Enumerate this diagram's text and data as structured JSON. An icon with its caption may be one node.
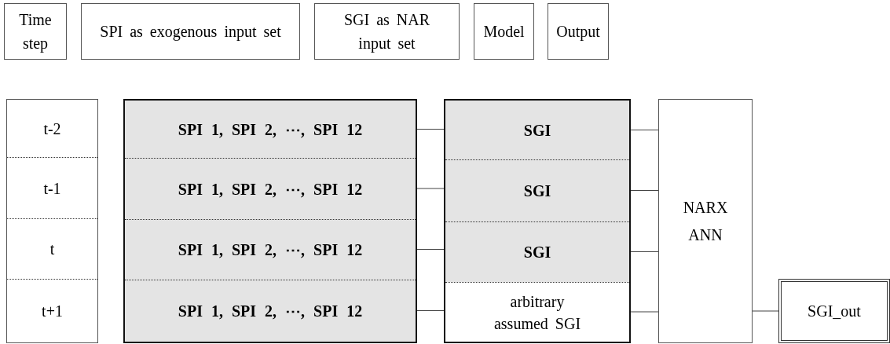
{
  "diagram": {
    "nodes": [
      {
        "text": [
          "Time step"
        ]
      },
      {
        "text": [
          "SPI as exogenous input set"
        ]
      },
      {
        "text": [
          "SGI as NAR input set"
        ]
      },
      {
        "text": [
          "Model"
        ]
      },
      {
        "text": [
          "Output"
        ]
      },
      {
        "text": [],
        "shape": "box"
      },
      {
        "text": [
          "t-2"
        ],
        "in": 5
      },
      {
        "text": [
          "t-1"
        ],
        "in": 5
      },
      {
        "text": [
          "t"
        ],
        "in": 5
      },
      {
        "text": [
          "t+1"
        ],
        "in": 5
      },
      {
        "text": [],
        "shape": "box"
      },
      {
        "text": [
          "SPI 1, SPI 2, ⋯, SPI 12"
        ],
        "in": 10
      },
      {
        "text": [
          "SPI 1, SPI 2, ⋯, SPI 12"
        ],
        "in": 10
      },
      {
        "text": [
          "SPI 1, SPI 2, ⋯, SPI 12"
        ],
        "in": 10
      },
      {
        "text": [
          "SPI 1, SPI 2, ⋯, SPI 12"
        ],
        "in": 10
      },
      {
        "text": [],
        "shape": "box"
      },
      {
        "text": [
          "SGI"
        ],
        "in": 15
      },
      {
        "text": [
          "SGI"
        ],
        "in": 15
      },
      {
        "text": [
          "SGI"
        ],
        "in": 15
      },
      {
        "text": [
          "arbitrary assumed SGI"
        ],
        "in": 15
      },
      {
        "text": [
          "NARX ANN"
        ]
      },
      {
        "text": [
          "SGI_out"
        ]
      }
    ],
    "edges": [
      {
        "from": 11,
        "to": 16,
        "arrow": "none"
      },
      {
        "from": 12,
        "to": 17,
        "arrow": "none"
      },
      {
        "from": 13,
        "to": 18,
        "arrow": "none"
      },
      {
        "from": 14,
        "to": 19,
        "arrow": "none"
      },
      {
        "from": 16,
        "to": 20,
        "arrow": "none"
      },
      {
        "from": 17,
        "to": 20,
        "arrow": "none"
      },
      {
        "from": 18,
        "to": 20,
        "arrow": "none"
      },
      {
        "from": 19,
        "to": 20,
        "arrow": "none"
      },
      {
        "from": 20,
        "to": 21,
        "arrow": "none"
      }
    ]
  }
}
